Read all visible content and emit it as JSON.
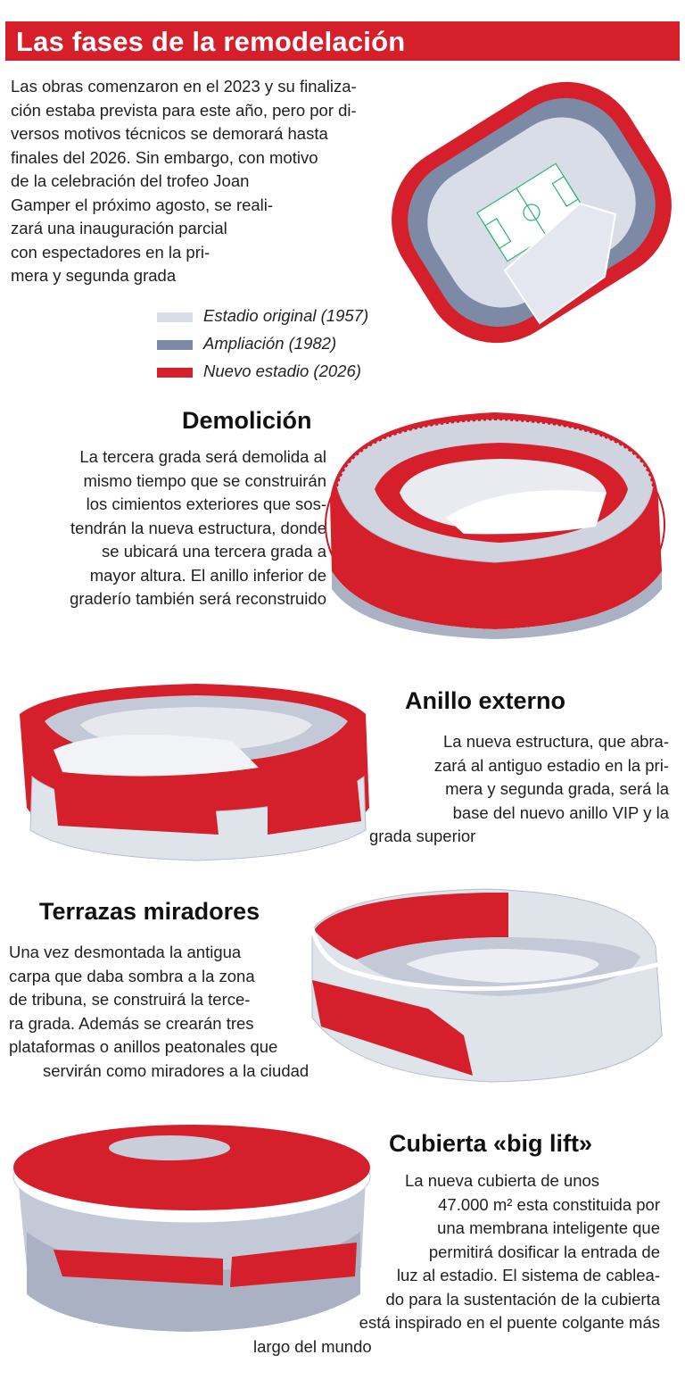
{
  "title": "Las fases de la remodelación",
  "intro": {
    "lines": [
      "Las obras comenzaron en el 2023 y su finaliza-",
      "ción estaba prevista para este año, pero por di-",
      "versos motivos técnicos se demorará hasta",
      "finales del 2026. Sin embargo, con motivo",
      "de la celebración del trofeo Joan",
      "Gamper el próximo agosto, se reali-",
      "zará una inauguración parcial",
      "con espectadores en la pri-",
      "mera y segunda grada"
    ]
  },
  "legend": [
    {
      "label": "Estadio original (1957)",
      "color": "#d9dde8"
    },
    {
      "label": "Ampliación (1982)",
      "color": "#7d8aa5"
    },
    {
      "label": "Nuevo estadio (2026)",
      "color": "#d51f2b"
    }
  ],
  "colors": {
    "accent": "#d51f2b",
    "original": "#d9dde8",
    "expansion": "#7d8aa5"
  },
  "phases": [
    {
      "heading": "Demolición",
      "lines": [
        "La tercera grada será demolida al",
        "mismo tiempo que se construirán",
        "los cimientos exteriores que sos-",
        "tendrán la nueva estructura, donde",
        "se ubicará una tercera grada a",
        "mayor altura. El anillo inferior de",
        "graderío también será reconstruido"
      ]
    },
    {
      "heading": "Anillo externo",
      "lines": [
        "La nueva estructura, que abra-",
        "zará al antiguo estadio en la pri-",
        "mera y segunda grada, será la",
        "base del nuevo anillo VIP y la",
        "grada superior"
      ]
    },
    {
      "heading": "Terrazas miradores",
      "lines": [
        "Una vez desmontada la antigua",
        "carpa que daba sombra a la zona",
        "de tribuna, se construirá la terce-",
        "ra grada. Además se crearán tres",
        "plataformas o anillos peatonales que",
        "servirán como miradores a la ciudad"
      ]
    },
    {
      "heading": "Cubierta «big lift»",
      "lines": [
        "La nueva cubierta de unos",
        "47.000 m² esta constituida por",
        "una membrana inteligente que",
        "permitirá dosificar la entrada de",
        "luz al estadio. El sistema de cablea-",
        "do para la sustentación de la cubierta",
        "está inspirado en el puente colgante más",
        "largo del mundo"
      ]
    }
  ]
}
